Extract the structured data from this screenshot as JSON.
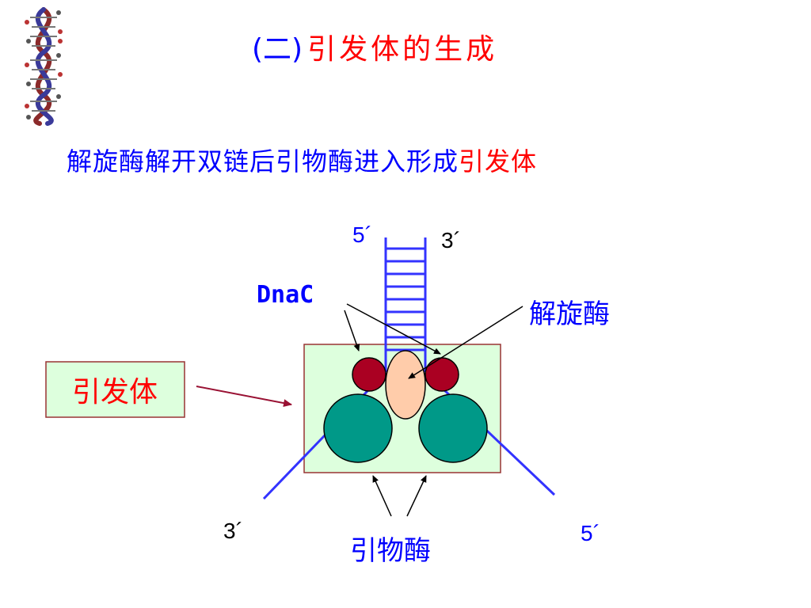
{
  "title": {
    "prefix": "(二)",
    "main": "引发体的生成"
  },
  "subtitle": {
    "blue_text": "解旋酶解开双链后引物酶进入形成",
    "red_text": "引发体"
  },
  "diagram": {
    "labels": {
      "top_left_end": "5´",
      "top_right_end": "3´",
      "bottom_left_end": "3´",
      "bottom_right_end": "5´",
      "dnac": "DnaC",
      "helicase": "解旋酶",
      "primase": "引物酶",
      "primosome_box": "引发体"
    },
    "icons": {
      "dna_helix": "dna-helix-icon"
    },
    "colors": {
      "strand": "#3333ff",
      "box_fill": "#ddffdd",
      "box_border": "#993333",
      "dnac_fill": "#aa0022",
      "primase_fill": "#009988",
      "helicase_fill": "#ffccaa",
      "arrow": "#000000",
      "label_arrow": "#991133",
      "label_blue": "#0000ff",
      "label_red": "#ff0000"
    }
  }
}
